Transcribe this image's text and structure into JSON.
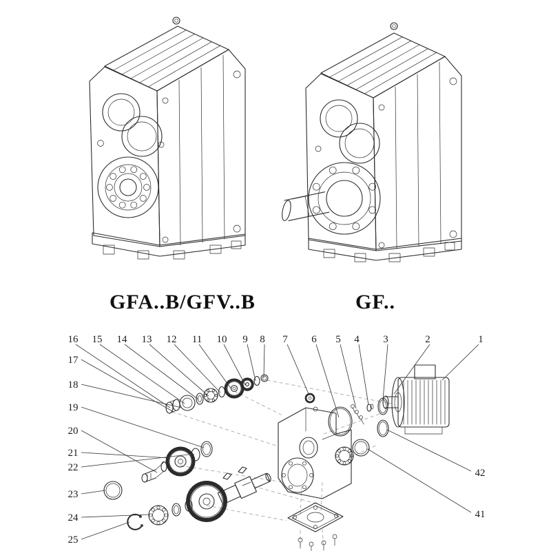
{
  "page": {
    "background": "#ffffff",
    "ink": "#2b2b2b"
  },
  "models": [
    {
      "name": "flange-mounted-parallel-shaft-gearbox",
      "label": "GFA..B/GFV..B"
    },
    {
      "name": "solid-shaft-parallel-shaft-gearbox",
      "label": "GF.."
    }
  ],
  "exploded": {
    "callouts_top": [
      "16",
      "15",
      "14",
      "13",
      "12",
      "11",
      "10",
      "9",
      "8",
      "7",
      "6",
      "5",
      "4",
      "3",
      "2",
      "1"
    ],
    "callouts_left": [
      "17",
      "18",
      "19",
      "20",
      "21",
      "22",
      "23",
      "24",
      "25"
    ],
    "callouts_right": [
      "42",
      "41"
    ]
  }
}
